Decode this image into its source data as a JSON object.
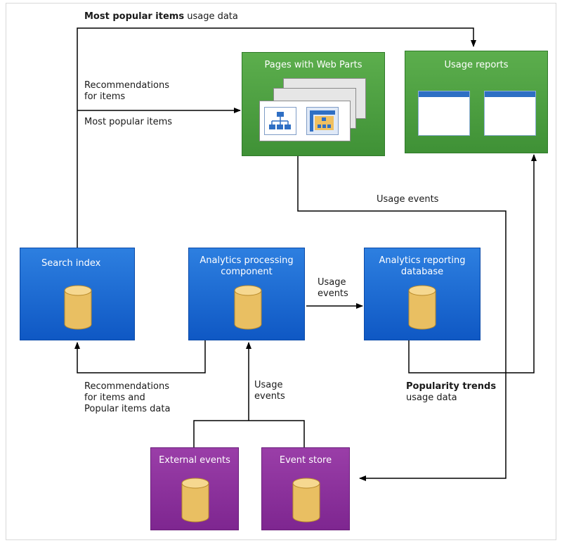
{
  "colors": {
    "green": "#4aa03f",
    "blue": "#1565d0",
    "purple": "#8a2f9c",
    "cylinder": "#f0c870",
    "line": "#000000"
  },
  "boxes": {
    "pages_web_parts": "Pages with Web Parts",
    "usage_reports": "Usage reports",
    "search_index": "Search index",
    "analytics_processing": [
      "Analytics processing",
      "component"
    ],
    "analytics_reporting": [
      "Analytics reporting",
      "database"
    ],
    "external_events": "External events",
    "event_store": "Event store"
  },
  "labels": {
    "top_bold": "Most popular items",
    "top_rest": " usage data",
    "recommendations_top": [
      "Recommendations",
      "for items"
    ],
    "most_popular_items": "Most popular items",
    "usage_events_top": "Usage events",
    "usage_events_mid": [
      "Usage",
      "events"
    ],
    "recommendations_bottom": [
      "Recommendations",
      "for items and",
      "Popular items data"
    ],
    "usage_events_bottom": [
      "Usage",
      "events"
    ],
    "popularity_bold": "Popularity trends",
    "popularity_rest": "usage data"
  },
  "icons": {
    "database": "database-cylinder-icon",
    "report_window": "report-window-icon",
    "web_part": "web-part-icon",
    "hierarchy": "hierarchy-icon"
  }
}
